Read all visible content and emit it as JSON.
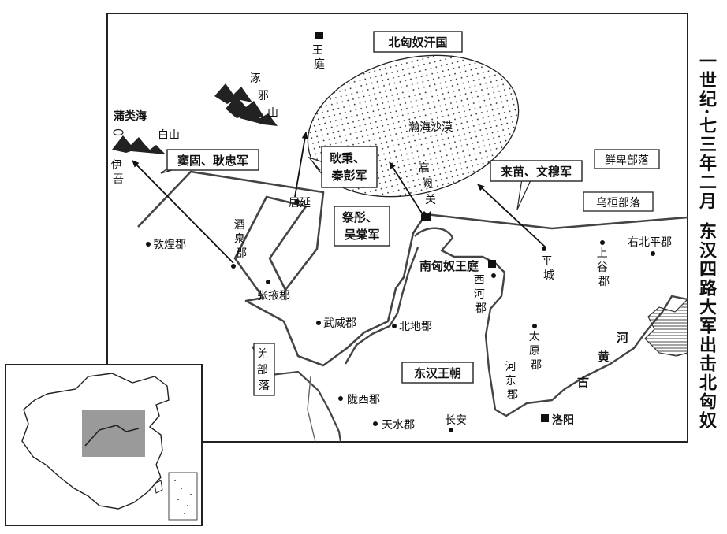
{
  "title": {
    "era": "一世纪·七三年二月",
    "main": "东汉四路大军出击北匈奴"
  },
  "regions": {
    "north_xiongnu": "北匈奴汗国",
    "east_han": "东汉王朝",
    "xianbei": "鲜卑部落",
    "wuhuan": "乌桓部落",
    "qiang": "羌部落",
    "south_xiongnu": "南匈奴王庭",
    "desert": "瀚海沙漠"
  },
  "armies": {
    "dou_geng": "窦固、耿忠军",
    "geng_qin": "耿秉、秦彭军",
    "ji_wu": "祭彤、吴棠军",
    "lai_wen": "来苗、文穆军"
  },
  "places": {
    "wangting": "王庭",
    "zhuoxie": "涿邪山",
    "pulei_hai": "蒲类海",
    "baishan": "白山",
    "yiwu": "伊吾",
    "juyan": "居延",
    "gaoque": "高阙关",
    "dunhuang": "敦煌郡",
    "jiuquan": "酒泉郡",
    "zhangye": "张掖郡",
    "wuwei": "武威郡",
    "beidi": "北地郡",
    "xihe": "西河郡",
    "pingcheng": "平城",
    "shanggu": "上谷郡",
    "youbeiping": "右北平郡",
    "taiyuan": "太原郡",
    "hedong": "河东郡",
    "longxi": "陇西郡",
    "tianshui": "天水郡",
    "changan": "长安",
    "luoyang": "洛阳",
    "gu_huanghe": "古黄河"
  }
}
